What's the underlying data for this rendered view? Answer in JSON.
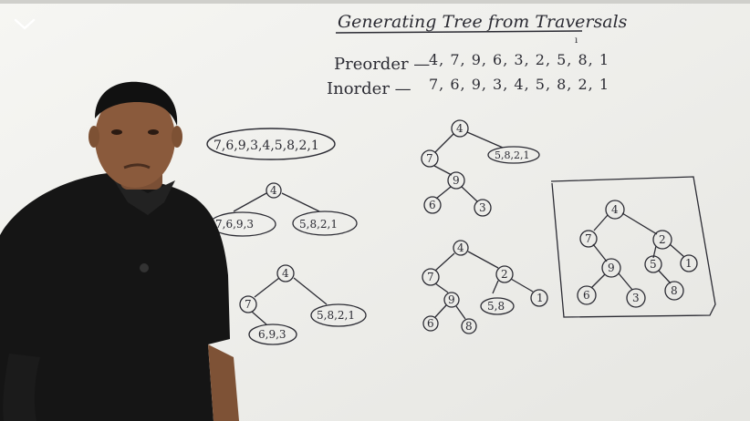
{
  "board": {
    "title": "Generating Tree from Traversals",
    "preorder_label": "Preorder —",
    "preorder_values": "4, 7, 9, 6, 3, 2, 5, 8, 1",
    "inorder_label": "Inorder —",
    "inorder_values": "7, 6, 9, 3, 4, 5, 8, 2, 1"
  },
  "tree_a": {
    "root_list": "7,6,9,3,4,5,8,2,1"
  },
  "tree_b": {
    "root": "4",
    "left_list": "7,6,9,3",
    "right_list": "5,8,2,1"
  },
  "tree_c": {
    "root": "4",
    "left": "7",
    "left_sub_list": "6,9,3",
    "right_list": "5,8,2,1"
  },
  "tree_d": {
    "root": "4",
    "left": "7",
    "right_list": "5,8,2,1",
    "mid": "9",
    "ll": "6",
    "lr": "3"
  },
  "tree_e": {
    "root": "4",
    "left": "7",
    "right": "2",
    "mid": "9",
    "ll": "6",
    "lr": "8",
    "right_list": "5,8",
    "rr": "1"
  },
  "tree_f": {
    "root": "4",
    "left": "7",
    "right": "2",
    "mid": "9",
    "ll": "6",
    "lr": "3",
    "rl": "5",
    "rr": "1",
    "rlr": "8"
  },
  "colors": {
    "board": "#f2f2ef",
    "marker": "#2b2b33",
    "shirt": "#151515",
    "skin": "#8a5a3c"
  }
}
